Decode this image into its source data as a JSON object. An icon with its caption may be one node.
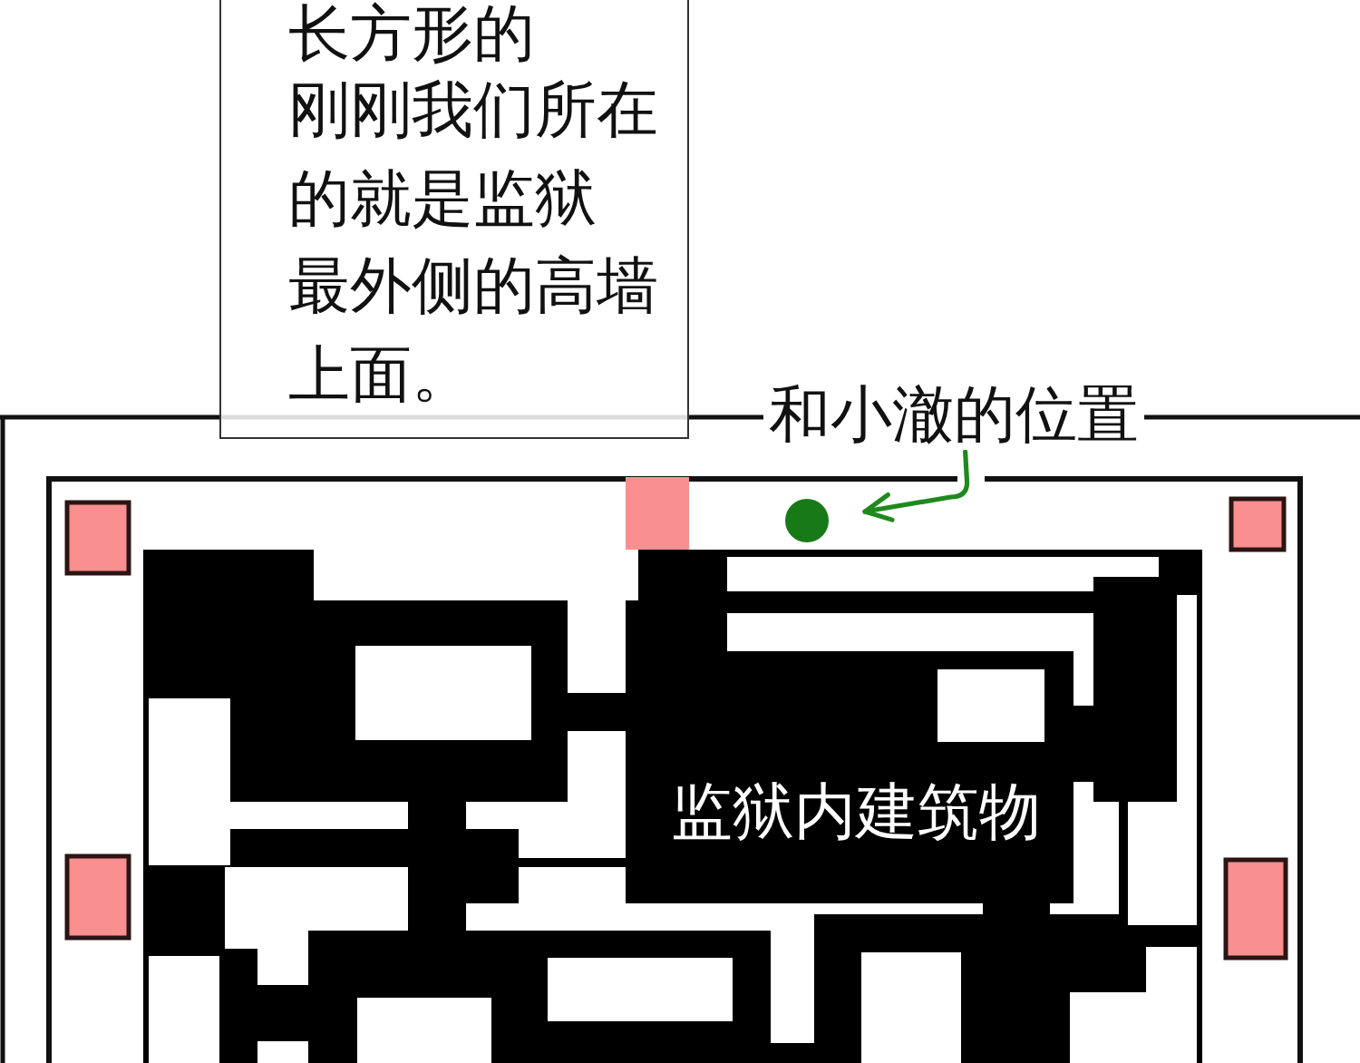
{
  "diagram": {
    "nodes": [
      {
        "text": [
          "长方形的",
          "刚刚我们所在的就是监狱最外侧的高墙上面。"
        ]
      },
      {
        "text": [
          "和小澈的位置"
        ]
      },
      {
        "text": [],
        "shape": "circle"
      }
    ],
    "edges": [
      {
        "from": 1,
        "to": 2,
        "arrow": "to",
        "color": "#1e8a1e"
      }
    ],
    "labels": [
      "监狱内建筑物"
    ]
  }
}
